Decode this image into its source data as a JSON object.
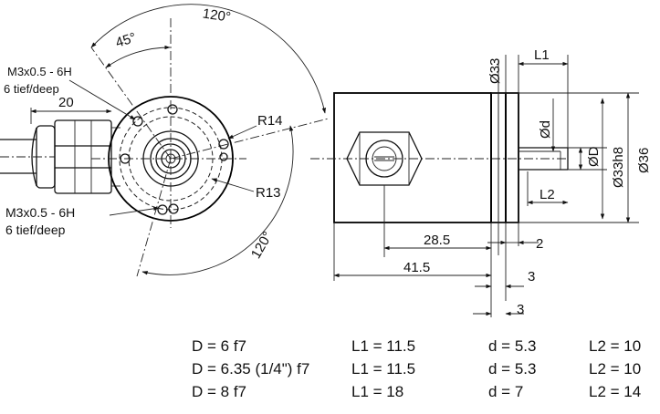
{
  "front_view": {
    "angle_total_top": "120°",
    "angle_partial": "45°",
    "angle_total_bottom": "120°",
    "thread_top_line1": "M3x0.5 - 6H",
    "thread_top_line2": "6 tief/deep",
    "thread_bottom_line1": "M3x0.5 - 6H",
    "thread_bottom_line2": "6 tief/deep",
    "dim_cable": "20",
    "radius_outer": "R14",
    "radius_inner": "R13"
  },
  "side_view": {
    "dia_33": "Ø33",
    "dia_33h8": "Ø33h8",
    "dia_36": "Ø36",
    "dia_d": "Ød",
    "dia_D": "ØD",
    "len_L1": "L1",
    "len_L2": "L2",
    "dim_28_5": "28.5",
    "dim_41_5": "41.5",
    "dim_2": "2",
    "dim_3a": "3",
    "dim_3b": "3"
  },
  "variants_table": [
    {
      "D": "D = 6 f7",
      "L1": "L1 = 11.5",
      "d": "d = 5.3",
      "L2": "L2 = 10"
    },
    {
      "D": "D = 6.35 (1/4\") f7",
      "L1": "L1 = 11.5",
      "d": "d = 5.3",
      "L2": "L2 = 10"
    },
    {
      "D": "D = 8 f7",
      "L1": "L1 = 18",
      "d": "d = 7",
      "L2": "L2 = 14"
    }
  ]
}
